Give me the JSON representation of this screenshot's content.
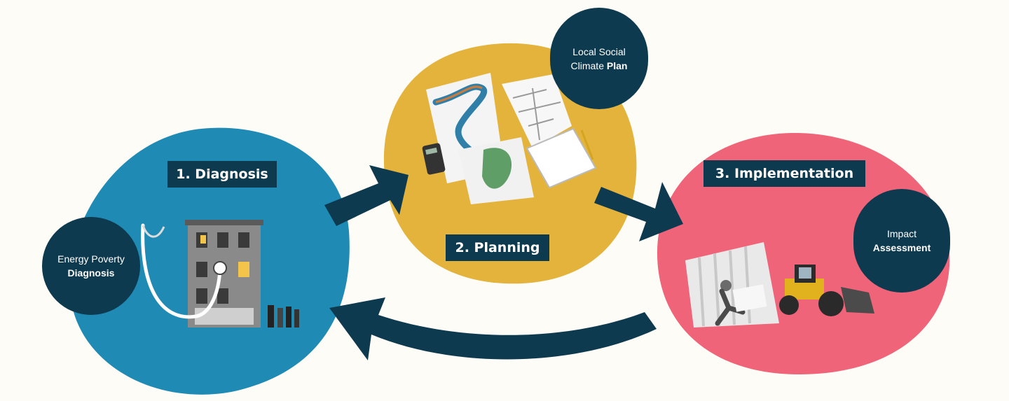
{
  "colors": {
    "background": "#fefcf6",
    "diagnosis": "#1f8bb5",
    "planning": "#e3b33c",
    "implementation": "#ef6478",
    "dark": "#0e3a4f"
  },
  "steps": [
    {
      "label": "1. Diagnosis"
    },
    {
      "label": "2. Planning"
    },
    {
      "label": "3. Implementation"
    }
  ],
  "bubbles": {
    "diagnosis": {
      "line1": "Energy Poverty",
      "line2": "Diagnosis"
    },
    "planning": {
      "line1": "Local Social",
      "line2_prefix": "Climate ",
      "line2_bold": "Plan"
    },
    "implementation": {
      "line1": "Impact",
      "line2": "Assessment"
    }
  },
  "icons": {
    "diagnosis": "building-stethoscope-illustration",
    "planning": "maps-calculator-notebook-illustration",
    "implementation": "worker-wall-loader-illustration"
  }
}
